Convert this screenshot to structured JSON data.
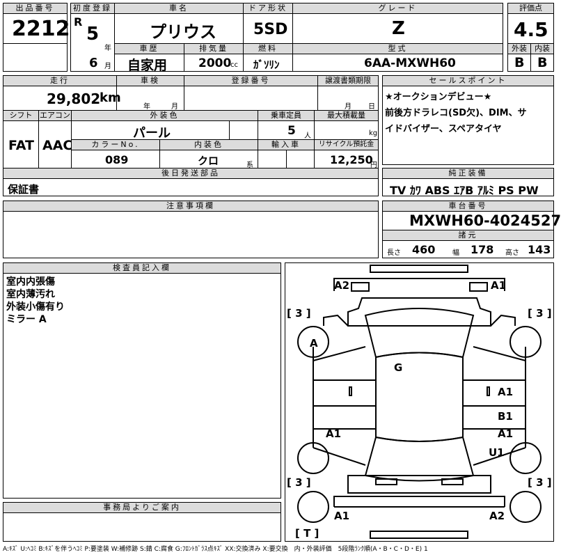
{
  "lot": {
    "label": "出品番号",
    "value": "2212"
  },
  "first_reg": {
    "label": "初度登録",
    "era": "R",
    "year": "5",
    "year_unit": "年",
    "month": "6",
    "month_unit": "月"
  },
  "car_name": {
    "label": "車名",
    "value": "プリウス"
  },
  "door": {
    "label": "ドア形状",
    "value": "5SD"
  },
  "grade": {
    "label": "グレード",
    "value": "Z"
  },
  "score": {
    "label": "評価点",
    "value": "4.5",
    "exterior_label": "外装",
    "exterior": "B",
    "interior_label": "内装",
    "interior": "B"
  },
  "history": {
    "label": "車歴",
    "value": "自家用"
  },
  "displacement": {
    "label": "排気量",
    "value": "2000",
    "unit": "cc"
  },
  "fuel": {
    "label": "燃料",
    "value": "ｶﾞｿﾘﾝ"
  },
  "model": {
    "label": "型式",
    "value": "6AA-MXWH60"
  },
  "mileage": {
    "label": "走行",
    "value": "29,802",
    "unit": "km"
  },
  "inspection": {
    "label": "車検",
    "year_unit": "年",
    "month_unit": "月"
  },
  "registration": {
    "label": "登録番号"
  },
  "transfer_deadline": {
    "label": "譲渡書類期限",
    "month_unit": "月",
    "day_unit": "日"
  },
  "sales_point": {
    "label": "セールスポイント",
    "lines": [
      "★オークションデビュー★",
      "前後方ドラレコ(SD欠)、DIM、サ",
      "イドバイザー、スペアタイヤ"
    ]
  },
  "shift": {
    "label": "シフト",
    "value": "FAT"
  },
  "aircon": {
    "label": "エアコン",
    "value": "AAC"
  },
  "exterior_color": {
    "label": "外装色",
    "value": "パール"
  },
  "capacity": {
    "label": "乗車定員",
    "value": "5",
    "unit": "人"
  },
  "max_load": {
    "label": "最大積載量",
    "unit": "kg"
  },
  "color_no": {
    "label": "カラーNo.",
    "value": "089"
  },
  "interior_color": {
    "label": "内装色",
    "value": "クロ",
    "unit": "系"
  },
  "import": {
    "label": "輸入車"
  },
  "recycle": {
    "label": "リサイクル預託金",
    "value": "12,250",
    "unit": "円"
  },
  "later_items": {
    "label": "後日発送部品",
    "value": "保証書"
  },
  "equipment": {
    "label": "純正装備",
    "value": "TV ｶﾜ ABS ｴｱB ｱﾙﾐ PS PW"
  },
  "notes": {
    "label": "注意事項欄"
  },
  "chassis": {
    "label": "車台番号",
    "value": "MXWH60-4024527"
  },
  "dims": {
    "label": "諸元",
    "length_label": "長さ",
    "length": "460",
    "width_label": "幅",
    "width": "178",
    "height_label": "高さ",
    "height": "143"
  },
  "inspector": {
    "label": "検査員記入欄",
    "lines": [
      "室内内張傷",
      "室内薄汚れ",
      "外装小傷有り",
      "ミラー A"
    ]
  },
  "office": {
    "label": "事務局よりご案内"
  },
  "diagram": {
    "marks": {
      "a2_left": "A2",
      "a1_right_top": "A1",
      "g": "G",
      "a_left": "A",
      "a1_r1": "A1",
      "b1": "B1",
      "a1_r2": "A1",
      "a1_left": "A1",
      "u1": "U1",
      "a1_bottom": "A1",
      "a2_bottom": "A2"
    },
    "brackets": {
      "tl": "[ 3 ]",
      "tr": "[ 3 ]",
      "bl": "[ 3 ]",
      "br": "[ 3 ]",
      "t": "[ T ]"
    }
  },
  "legend": "A:ｷｽﾞ U:ﾍｺﾐ B:ｷｽﾞを伴うﾍｺﾐ P:要塗装 W:補修跡 S:錆 C:腐食 G:ﾌﾛﾝﾄｶﾞﾗｽ点ｷｽﾞ XX:交換済み X:要交換　内・外装評価　5段階ﾗﾝｸ順(A・B・C・D・E) 1"
}
